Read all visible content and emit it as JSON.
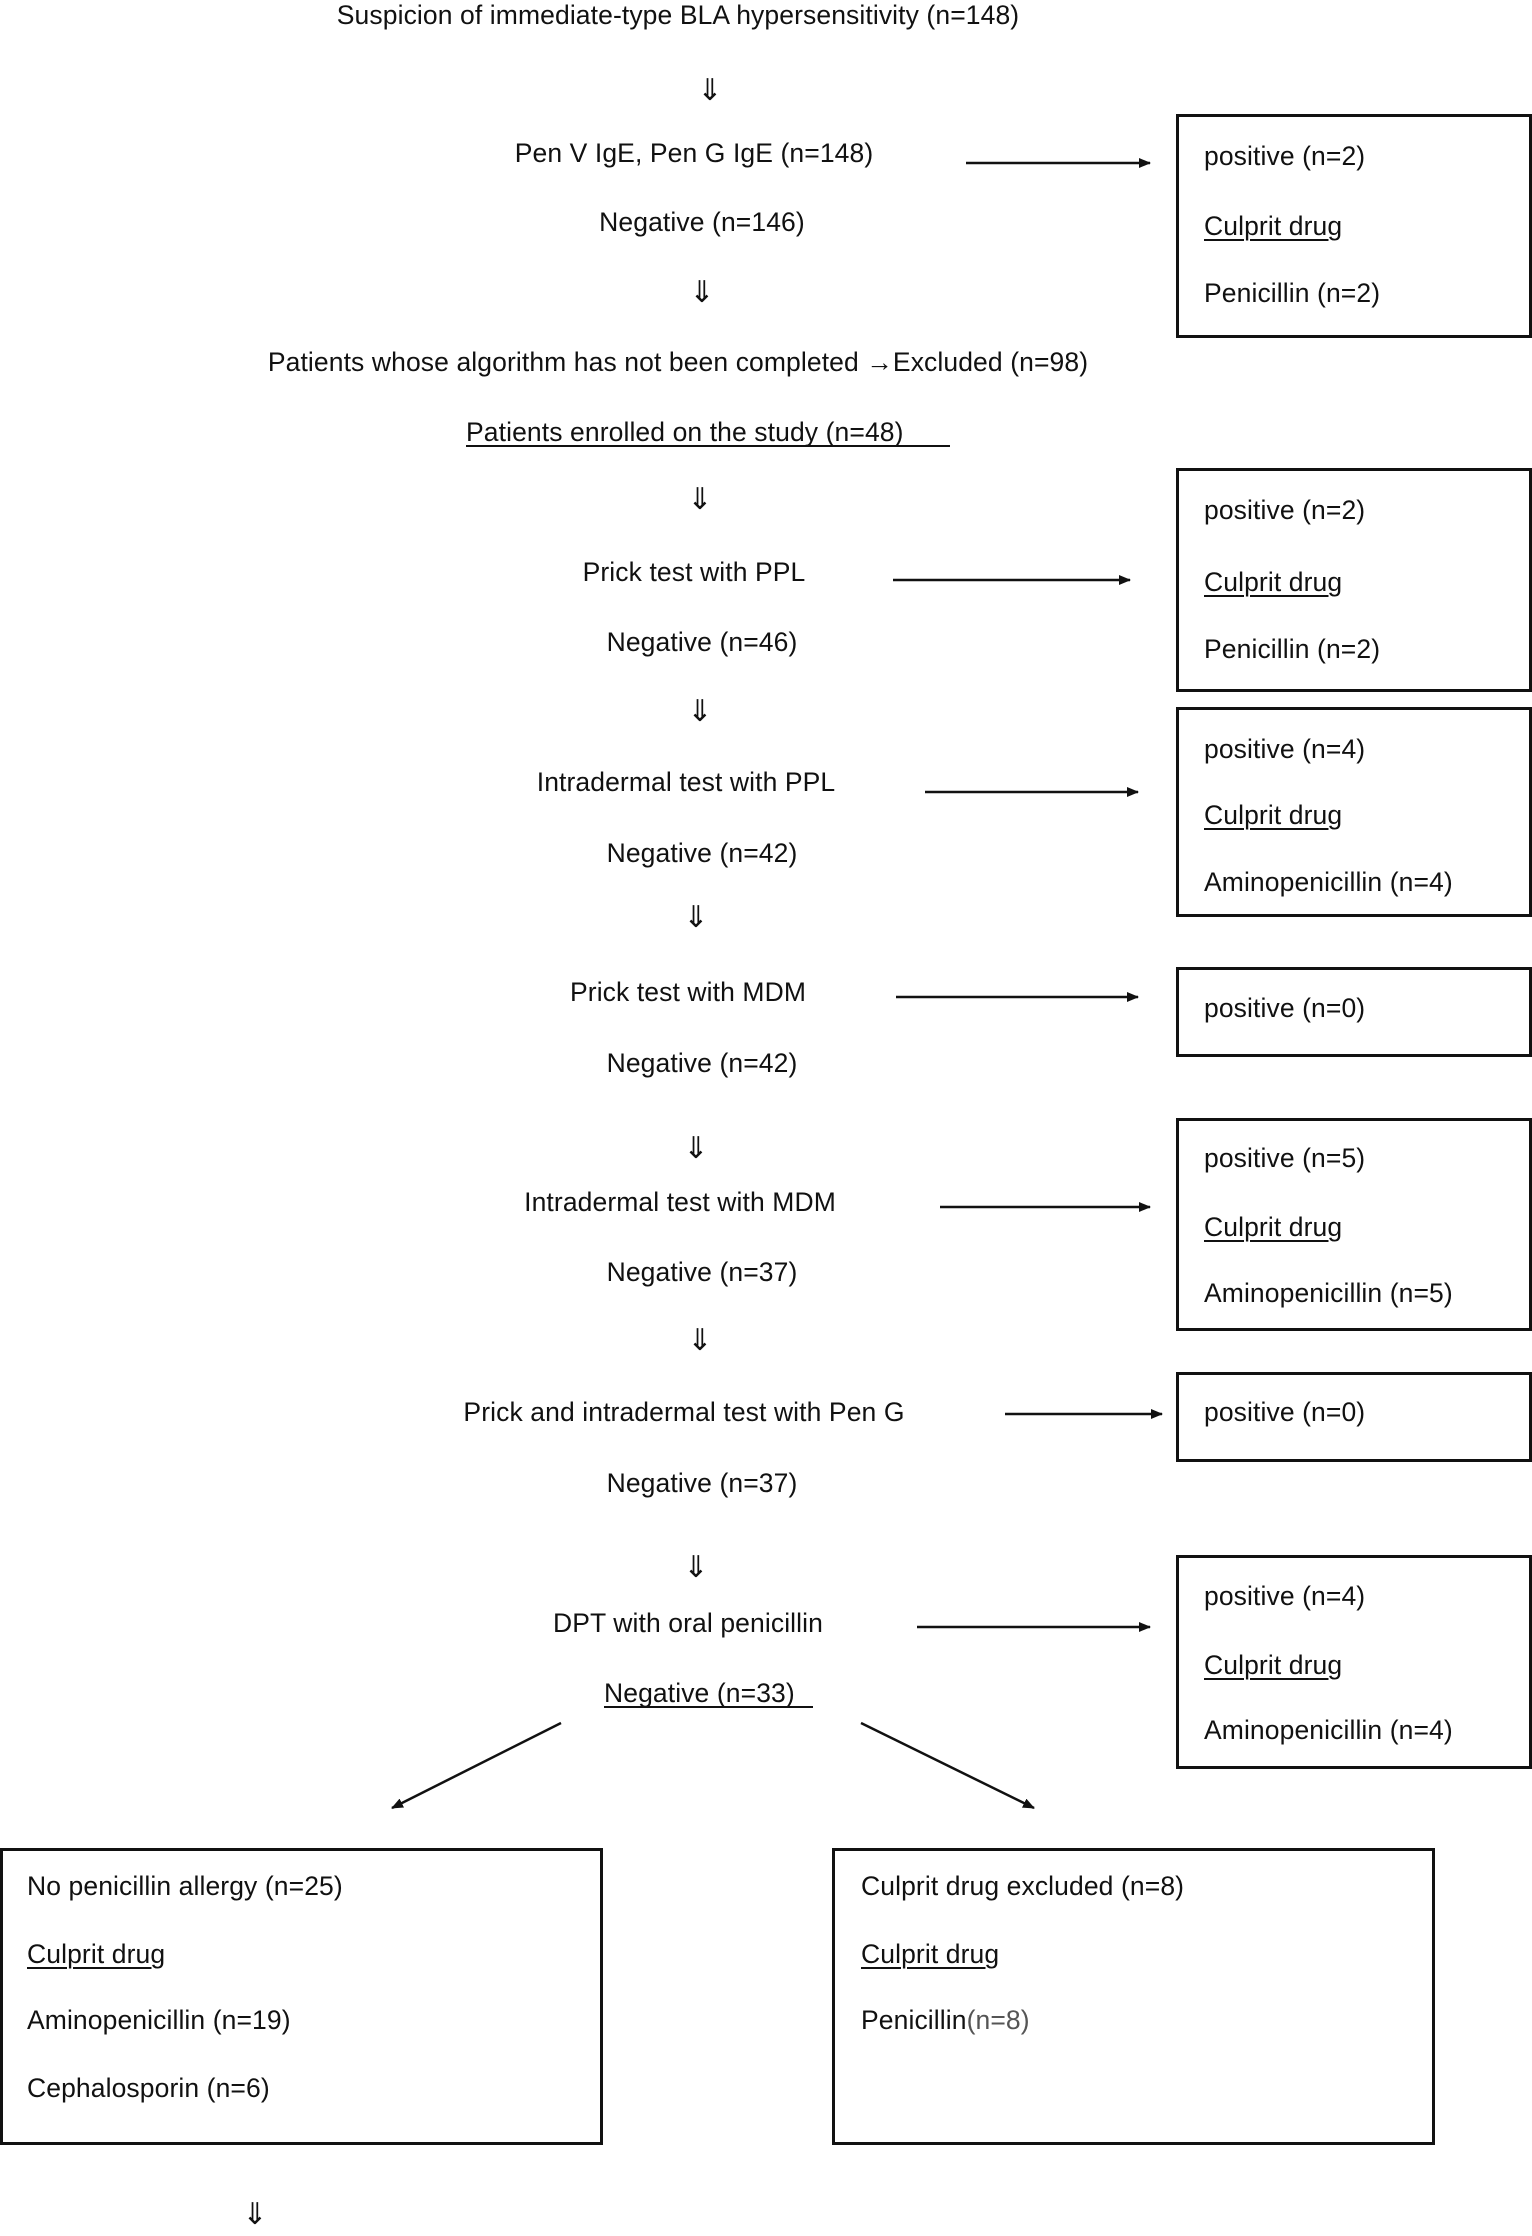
{
  "main_flow": {
    "suspicion": "Suspicion of immediate-type BLA hypersensitivity (n=148)",
    "down_arrow": "⇓",
    "ige": "Pen V IgE, Pen G IgE (n=148)",
    "neg_146": "Negative (n=146)",
    "excluded": "Patients whose algorithm has not been completed →Excluded (n=98)",
    "enrolled": "Patients enrolled on the study (n=48)",
    "prick_ppl": "Prick test with PPL",
    "neg_46": "Negative (n=46)",
    "intra_ppl": "Intradermal test with PPL",
    "neg_42a": "Negative (n=42)",
    "prick_mdm": "Prick test with MDM",
    "neg_42b": "Negative (n=42)",
    "intra_mdm": "Intradermal test with MDM",
    "neg_37a": "Negative (n=37)",
    "prick_peng": "Prick and intradermal test with Pen G",
    "neg_37b": "Negative (n=37)",
    "dpt": "DPT with oral penicillin",
    "neg_33": "Negative (n=33)"
  },
  "result_boxes": {
    "box1": {
      "positive": "positive (n=2)",
      "culprit": "Culprit drug",
      "drug": "Penicillin (n=2)"
    },
    "box2": {
      "positive": "positive (n=2)",
      "culprit": "Culprit drug",
      "drug": "Penicillin (n=2)"
    },
    "box3": {
      "positive": "positive (n=4)",
      "culprit": "Culprit drug",
      "drug": "Aminopenicillin (n=4)"
    },
    "box4": {
      "positive": "positive (n=0)"
    },
    "box5": {
      "positive": "positive (n=5)",
      "culprit": "Culprit drug",
      "drug": "Aminopenicillin (n=5)"
    },
    "box6": {
      "positive": "positive (n=0)"
    },
    "box7": {
      "positive": "positive (n=4)",
      "culprit": "Culprit drug",
      "drug": "Aminopenicillin (n=4)"
    }
  },
  "outcome_boxes": {
    "no_allergy": {
      "title": "No penicillin allergy (n=25)",
      "culprit": "Culprit drug",
      "drug1": "Aminopenicillin (n=19)",
      "drug2": "Cephalosporin (n=6)"
    },
    "excluded": {
      "title": "Culprit drug excluded (n=8)",
      "culprit": "Culprit drug",
      "drug_name": "Penicillin",
      "drug_count": "(n=8)"
    }
  }
}
